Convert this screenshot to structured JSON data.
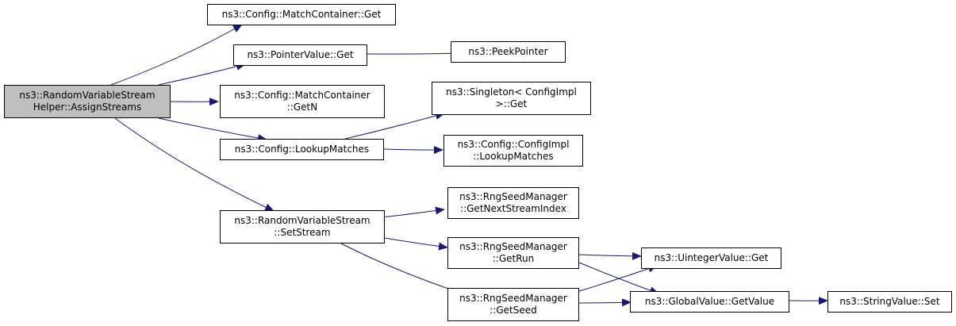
{
  "colors": {
    "edge": "#191970",
    "root_fill": "#bfbfbf",
    "node_fill": "#ffffff",
    "border": "#000000"
  },
  "nodes": [
    {
      "id": "assign",
      "lines": [
        "ns3::RandomVariableStream",
        "Helper::AssignStreams"
      ]
    },
    {
      "id": "mc_get",
      "lines": [
        "ns3::Config::MatchContainer::Get"
      ]
    },
    {
      "id": "pv_get",
      "lines": [
        "ns3::PointerValue::Get"
      ]
    },
    {
      "id": "peek",
      "lines": [
        "ns3::PeekPointer"
      ]
    },
    {
      "id": "mc_getn",
      "lines": [
        "ns3::Config::MatchContainer",
        "::GetN"
      ]
    },
    {
      "id": "singleton",
      "lines": [
        "ns3::Singleton< ConfigImpl",
        ">::Get"
      ]
    },
    {
      "id": "lookup",
      "lines": [
        "ns3::Config::LookupMatches"
      ]
    },
    {
      "id": "ci_lookup",
      "lines": [
        "ns3::Config::ConfigImpl",
        "::LookupMatches"
      ]
    },
    {
      "id": "rv_setstream",
      "lines": [
        "ns3::RandomVariableStream",
        "::SetStream"
      ]
    },
    {
      "id": "rng_next",
      "lines": [
        "ns3::RngSeedManager",
        "::GetNextStreamIndex"
      ]
    },
    {
      "id": "rng_run",
      "lines": [
        "ns3::RngSeedManager",
        "::GetRun"
      ]
    },
    {
      "id": "uint_get",
      "lines": [
        "ns3::UintegerValue::Get"
      ]
    },
    {
      "id": "rng_seed",
      "lines": [
        "ns3::RngSeedManager",
        "::GetSeed"
      ]
    },
    {
      "id": "gv_getvalue",
      "lines": [
        "ns3::GlobalValue::GetValue"
      ]
    },
    {
      "id": "sv_set",
      "lines": [
        "ns3::StringValue::Set"
      ]
    }
  ],
  "edges": [
    [
      "assign",
      "mc_get"
    ],
    [
      "assign",
      "pv_get"
    ],
    [
      "assign",
      "mc_getn"
    ],
    [
      "assign",
      "lookup"
    ],
    [
      "assign",
      "rv_setstream"
    ],
    [
      "pv_get",
      "peek"
    ],
    [
      "lookup",
      "singleton"
    ],
    [
      "lookup",
      "ci_lookup"
    ],
    [
      "rv_setstream",
      "rng_next"
    ],
    [
      "rv_setstream",
      "rng_run"
    ],
    [
      "rv_setstream",
      "rng_seed"
    ],
    [
      "rng_run",
      "uint_get"
    ],
    [
      "rng_run",
      "gv_getvalue"
    ],
    [
      "rng_seed",
      "uint_get"
    ],
    [
      "rng_seed",
      "gv_getvalue"
    ],
    [
      "gv_getvalue",
      "sv_set"
    ]
  ]
}
